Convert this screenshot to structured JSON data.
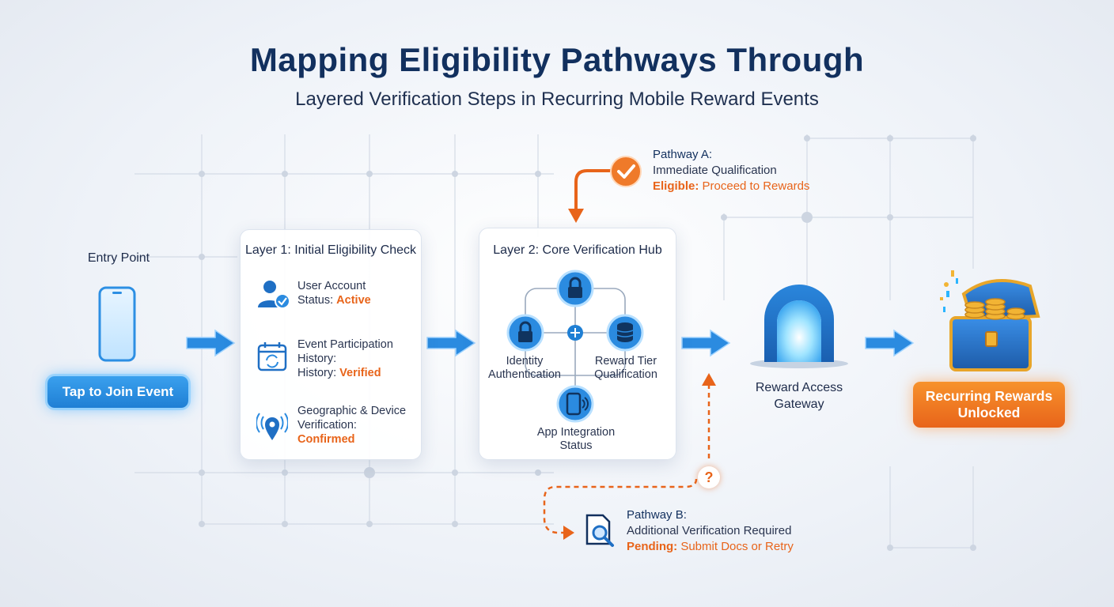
{
  "title": "Mapping Eligibility Pathways Through",
  "subtitle": "Layered Verification Steps in Recurring Mobile Reward Events",
  "entry": {
    "label": "Entry Point",
    "button_label": "Tap to Join Event",
    "icon": "smartphone-icon"
  },
  "layer1": {
    "title": "Layer 1: Initial Eligibility Check",
    "items": [
      {
        "icon": "user-check-icon",
        "line1": "User Account",
        "line2_prefix": "Status: ",
        "status": "Active"
      },
      {
        "icon": "calendar-sync-icon",
        "line1": "Event Participation",
        "line2": "History:",
        "line3_prefix": "History: ",
        "status": "Verified"
      },
      {
        "icon": "location-signal-icon",
        "line1": "Geographic & Device",
        "line2": "Verification:",
        "status": "Confirmed"
      }
    ]
  },
  "layer2": {
    "title": "Layer 2: Core Verification Hub",
    "nodes": {
      "top_icon": "lock-icon",
      "left_icon": "lock-icon",
      "left_line1": "Identity",
      "left_line2": "Authentication",
      "right_icon": "database-icon",
      "right_line1": "Reward Tier",
      "right_line2": "Qualification",
      "bottom_icon": "phone-signal-icon",
      "bottom_line1": "App Integration",
      "bottom_line2": "Status"
    }
  },
  "pathway_a": {
    "icon": "checkmark-icon",
    "heading": "Pathway A:",
    "line1": "Immediate Qualification",
    "status_label": "Eligible:",
    "status_text": " Proceed to Rewards"
  },
  "pathway_b": {
    "icon": "document-search-icon",
    "question_mark": "?",
    "heading": "Pathway B:",
    "line1": "Additional Verification Required",
    "status_label": "Pending:",
    "status_text": " Submit Docs or Retry"
  },
  "gateway": {
    "icon": "portal-arch-icon",
    "line1": "Reward Access",
    "line2": "Gateway"
  },
  "rewards": {
    "icon": "treasure-chest-icon",
    "button_line1": "Recurring Rewards",
    "button_line2": "Unlocked"
  },
  "colors": {
    "navy": "#12305e",
    "blue": "#1f7fd4",
    "orange": "#e8641a"
  }
}
